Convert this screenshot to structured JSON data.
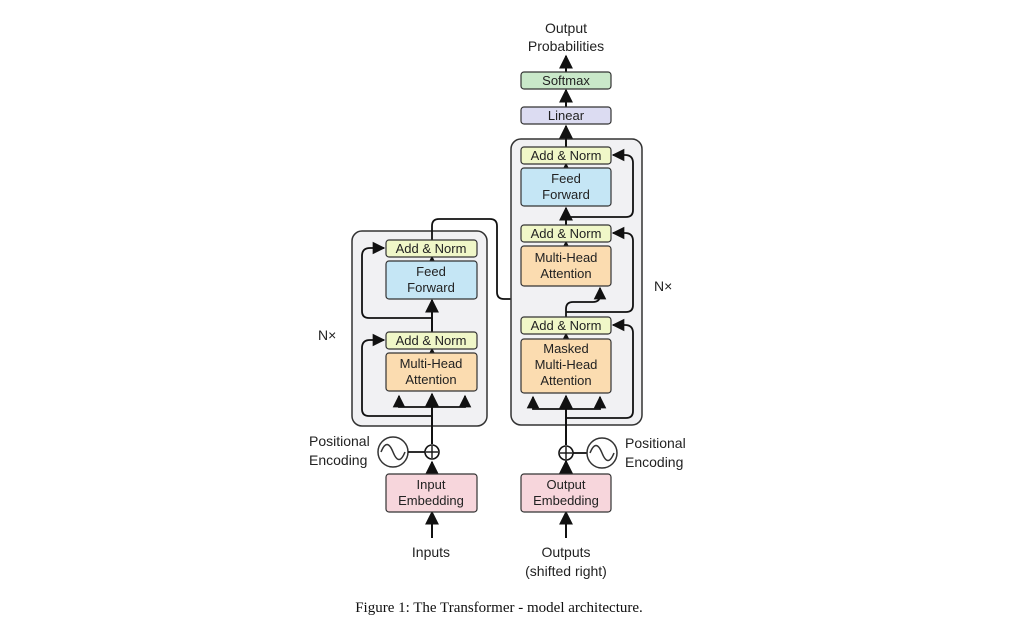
{
  "output_label_line1": "Output",
  "output_label_line2": "Probabilities",
  "softmax": "Softmax",
  "linear": "Linear",
  "decoder": {
    "add_norm_top": "Add & Norm",
    "ff_line1": "Feed",
    "ff_line2": "Forward",
    "add_norm_mid": "Add & Norm",
    "mha_line1": "Multi-Head",
    "mha_line2": "Attention",
    "add_norm_low": "Add & Norm",
    "masked_line1": "Masked",
    "masked_line2": "Multi-Head",
    "masked_line3": "Attention",
    "nx": "N×",
    "embed_line1": "Output",
    "embed_line2": "Embedding",
    "pos_line1": "Positional",
    "pos_line2": "Encoding",
    "input_line1": "Outputs",
    "input_line2": "(shifted right)"
  },
  "encoder": {
    "add_norm_top": "Add & Norm",
    "ff_line1": "Feed",
    "ff_line2": "Forward",
    "add_norm_low": "Add & Norm",
    "mha_line1": "Multi-Head",
    "mha_line2": "Attention",
    "nx": "N×",
    "embed_line1": "Input",
    "embed_line2": "Embedding",
    "pos_line1": "Positional",
    "pos_line2": "Encoding",
    "input": "Inputs"
  },
  "caption": "Figure 1: The Transformer - model architecture.",
  "colors": {
    "add_norm": "#f0f7c8",
    "feed_forward": "#c5e6f5",
    "attention": "#fbdcb0",
    "embedding": "#f7d6dc",
    "linear": "#dcdcf2",
    "softmax": "#c9e8c9",
    "block_bg": "#f1f1f3"
  }
}
